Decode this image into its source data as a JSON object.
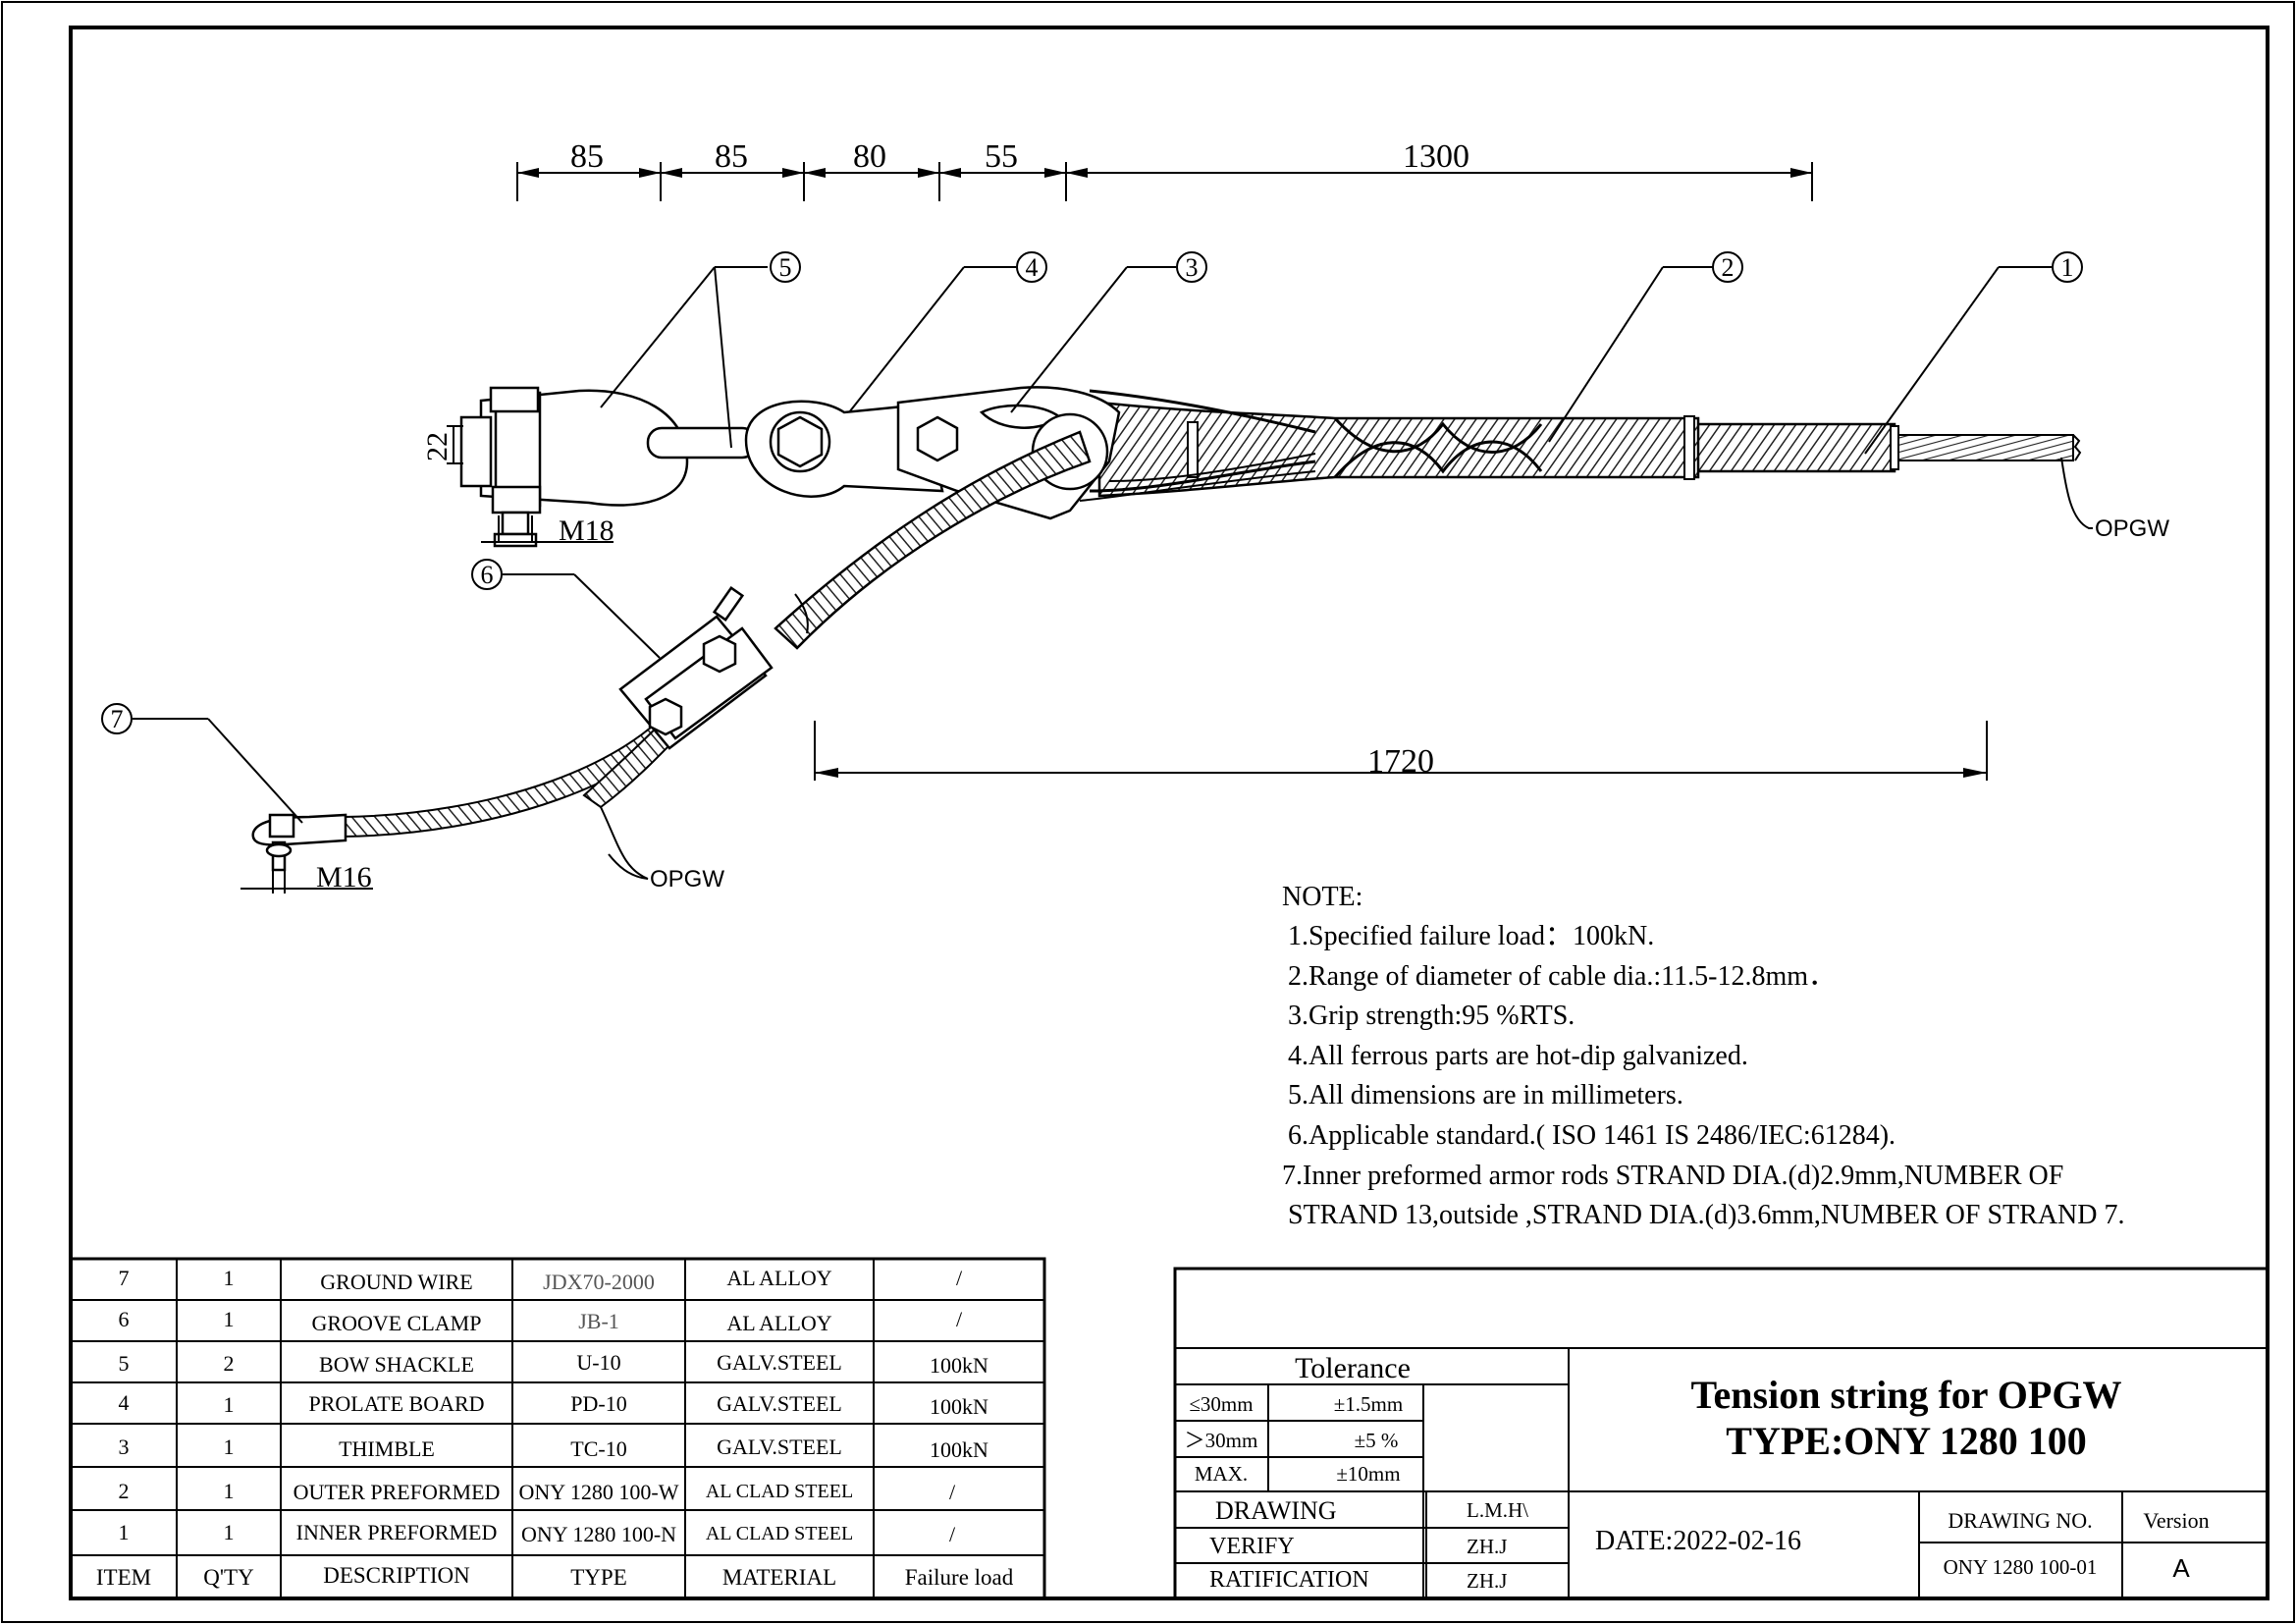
{
  "dimensions": {
    "top": [
      "85",
      "85",
      "80",
      "55",
      "1300"
    ],
    "overall": "1720",
    "height_22": "22",
    "bolt_m18": "M18",
    "bolt_m16": "M16"
  },
  "callouts": [
    "1",
    "2",
    "3",
    "4",
    "5",
    "6",
    "7"
  ],
  "labels": {
    "opgw_right": "OPGW",
    "opgw_lower": "OPGW"
  },
  "notes": {
    "heading": "NOTE:",
    "lines": [
      "1.Specified failure load：100kN.",
      "2.Range of diameter of cable dia.:11.5-12.8mm．",
      "3.Grip strength:95 %RTS.",
      "4.All ferrous parts are hot-dip galvanized.",
      "5.All dimensions are in millimeters.",
      "6.Applicable standard.( ISO 1461 IS 2486/IEC:61284).",
      "7.Inner preformed armor rods STRAND DIA.(d)2.9mm,NUMBER OF",
      "STRAND 13,outside ,STRAND DIA.(d)3.6mm,NUMBER OF STRAND 7."
    ]
  },
  "bom": {
    "rows": [
      [
        "7",
        "1",
        "GROUND  WIRE",
        "JDX70-2000",
        "AL ALLOY",
        "/"
      ],
      [
        "6",
        "1",
        "GROOVE CLAMP",
        "JB-1",
        "AL ALLOY",
        "/"
      ],
      [
        "5",
        "2",
        "BOW SHACKLE",
        "U-10",
        "GALV.STEEL",
        "100kN"
      ],
      [
        "4",
        "1",
        "PROLATE BOARD",
        "PD-10",
        "GALV.STEEL",
        "100kN"
      ],
      [
        "3",
        "1",
        "THIMBLE",
        "TC-10",
        "GALV.STEEL",
        "100kN"
      ],
      [
        "2",
        "1",
        "OUTER PREFORMED",
        "ONY 1280 100-W",
        "AL CLAD STEEL",
        "/"
      ],
      [
        "1",
        "1",
        "INNER PREFORMED",
        "ONY 1280 100-N",
        "AL CLAD STEEL",
        "/"
      ]
    ],
    "header": [
      "ITEM",
      "Q'TY",
      "DESCRIPTION",
      "TYPE",
      "MATERIAL",
      "Failure load"
    ]
  },
  "titleblock": {
    "tolerance": "Tolerance",
    "tol_rows": [
      [
        "≤30mm",
        "±1.5mm"
      ],
      [
        "＞30mm",
        "±5   %"
      ],
      [
        "MAX.",
        "±10mm"
      ]
    ],
    "drawing": "DRAWING",
    "drawing_by": "L.M.H\\",
    "verify": "VERIFY",
    "verify_by": "ZH.J",
    "ratification": "RATIFICATION",
    "ratification_by": "ZH.J",
    "title1": "Tension string for OPGW",
    "title2": "TYPE:ONY 1280 100",
    "date": "DATE:2022-02-16",
    "drawing_no_label": "DRAWING NO.",
    "drawing_no": "ONY 1280 100-01",
    "version_label": "Version",
    "version": "A"
  }
}
